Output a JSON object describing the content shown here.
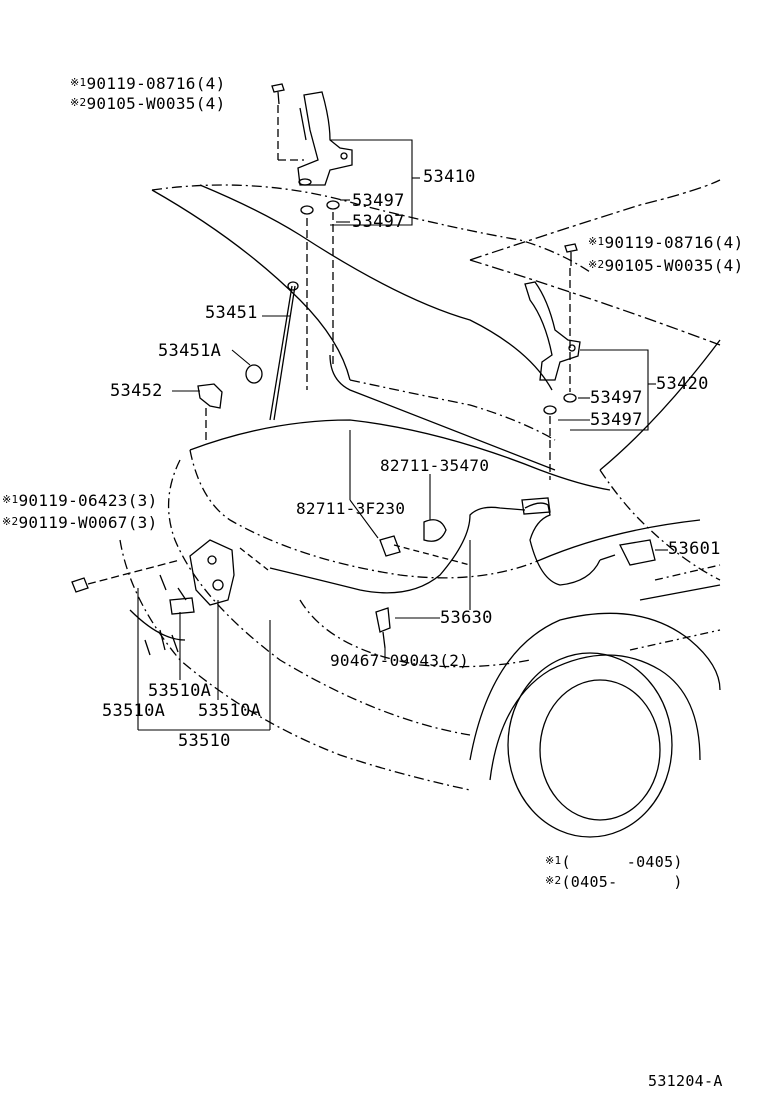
{
  "labels": {
    "hinge_left_bolt_1": {
      "mark": "※1",
      "text": "90119-08716(4)"
    },
    "hinge_left_bolt_2": {
      "mark": "※2",
      "text": "90105-W0035(4)"
    },
    "hinge_left": "53410",
    "cushion_left_a": "53497",
    "cushion_left_b": "53497",
    "hinge_right_bolt_1": {
      "mark": "※1",
      "text": "90119-08716(4)"
    },
    "hinge_right_bolt_2": {
      "mark": "※2",
      "text": "90105-W0035(4)"
    },
    "support_rod": "53451",
    "support_holder": "53451A",
    "rod_clamp": "53452",
    "hinge_right": "53420",
    "cushion_right_a": "53497",
    "cushion_right_b": "53497",
    "clamp_a": "82711-35470",
    "clamp_b": "82711-3F230",
    "lock_bolt_1": {
      "mark": "※1",
      "text": "90119-06423(3)"
    },
    "lock_bolt_2": {
      "mark": "※2",
      "text": "90119-W0067(3)"
    },
    "release_lever": "53601",
    "release_cable": "53630",
    "clip": "90467-09043(2)",
    "lock_part_a": "53510A",
    "lock_part_b": "53510A",
    "lock_part_c": "53510A",
    "lock_assy": "53510"
  },
  "legend": [
    {
      "mark": "※1",
      "text": "(      -0405)"
    },
    {
      "mark": "※2",
      "text": "(0405-      )"
    }
  ],
  "figure_id": "531204-A"
}
